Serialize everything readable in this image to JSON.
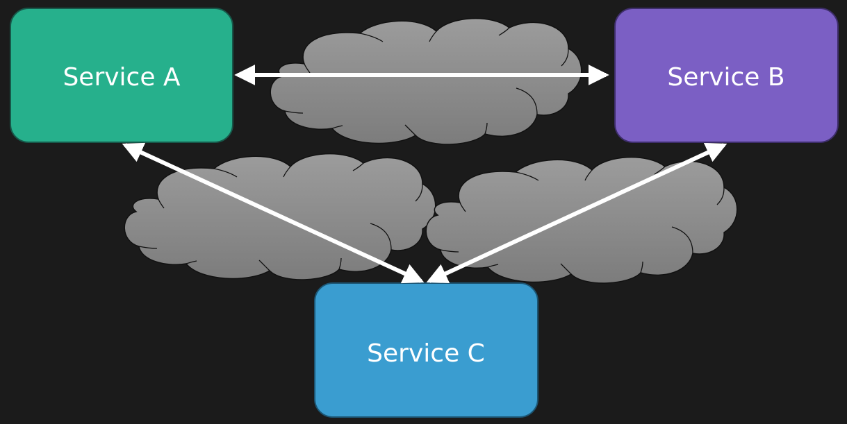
{
  "diagram": {
    "background_color": "#1b1b1b",
    "nodes": [
      {
        "id": "a",
        "label": "Service A",
        "fill": "#26b08c",
        "stroke": "#17584a"
      },
      {
        "id": "b",
        "label": "Service B",
        "fill": "#7b5fc4",
        "stroke": "#3e2e6b"
      },
      {
        "id": "c",
        "label": "Service C",
        "fill": "#3a9dd0",
        "stroke": "#1c5674"
      }
    ],
    "networks": [
      {
        "id": "cloud-ab",
        "between": [
          "a",
          "b"
        ]
      },
      {
        "id": "cloud-ac",
        "between": [
          "a",
          "c"
        ]
      },
      {
        "id": "cloud-bc",
        "between": [
          "b",
          "c"
        ]
      }
    ],
    "connections": [
      {
        "from": "a",
        "to": "b",
        "direction": "bidirectional"
      },
      {
        "from": "a",
        "to": "c",
        "direction": "bidirectional"
      },
      {
        "from": "b",
        "to": "c",
        "direction": "bidirectional"
      }
    ],
    "cloud_color": "#999999",
    "arrow_color": "#ffffff"
  }
}
